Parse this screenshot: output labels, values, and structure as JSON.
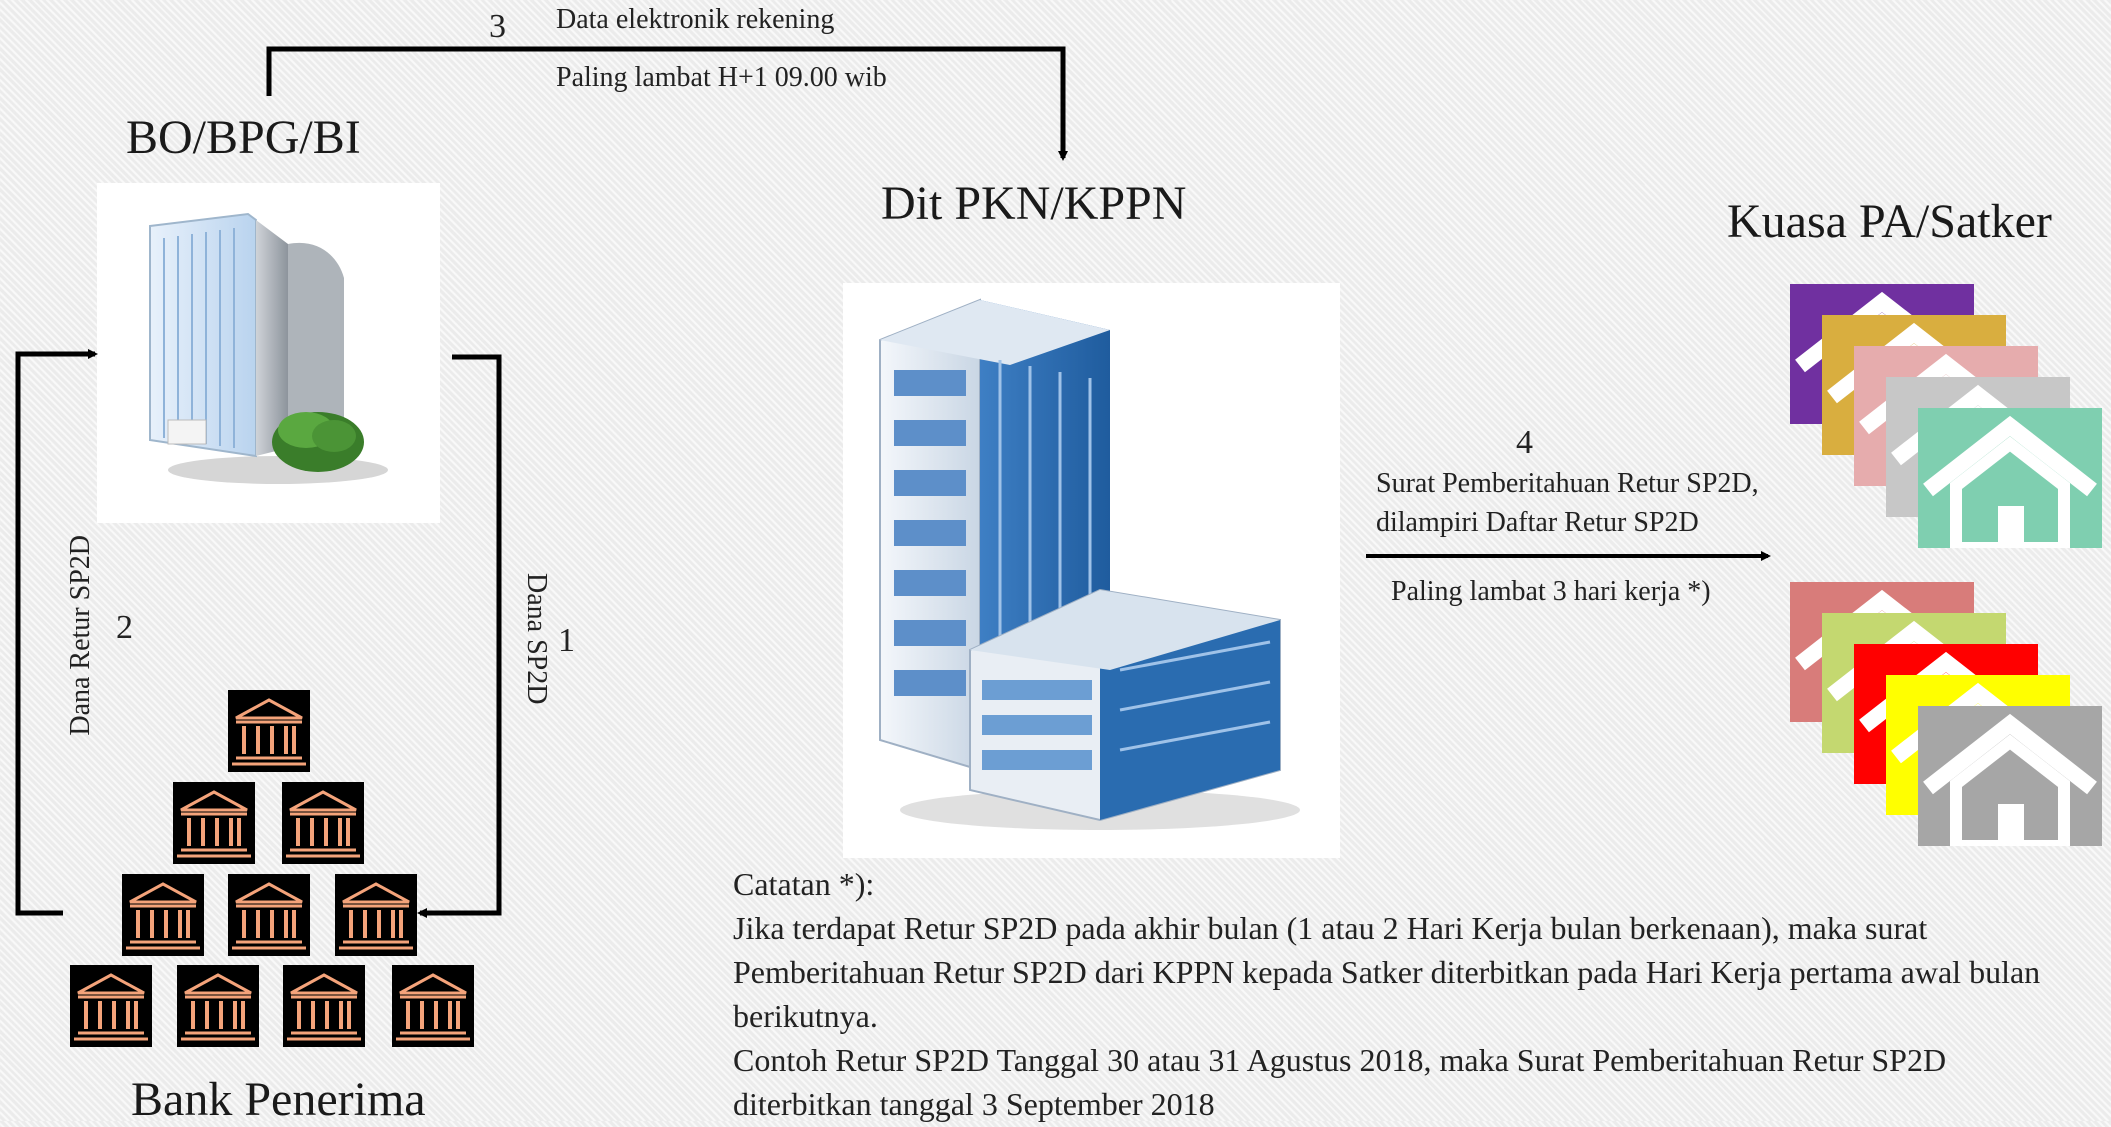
{
  "nodes": {
    "bo": "BO/BPG/BI",
    "dit": "Dit PKN/KPPN",
    "kuasa": "Kuasa PA/Satker",
    "bank": "Bank Penerima"
  },
  "flows": {
    "step1": {
      "number": "1",
      "label": "Dana  SP2D"
    },
    "step2": {
      "number": "2",
      "label": "Dana Retur SP2D"
    },
    "step3": {
      "number": "3",
      "label": "Data elektronik rekening",
      "deadline": "Paling lambat H+1 09.00 wib"
    },
    "step4": {
      "number": "4",
      "label_line1": "Surat Pemberitahuan Retur SP2D,",
      "label_line2": "dilampiri Daftar Retur SP2D",
      "deadline": "Paling lambat 3 hari kerja *)"
    }
  },
  "note": {
    "heading": "Catatan *):",
    "paragraph1": "Jika terdapat Retur SP2D pada akhir bulan (1 atau 2 Hari Kerja bulan berkenaan), maka surat Pemberitahuan Retur SP2D dari KPPN kepada Satker diterbitkan pada Hari Kerja pertama awal bulan berikutnya.",
    "paragraph2": "Contoh Retur SP2D Tanggal 30 atau 31 Agustus 2018, maka Surat Pemberitahuan Retur SP2D diterbitkan tanggal 3 September 2018"
  },
  "icons": {
    "bo_building": "office-tower-icon",
    "dit_building": "office-complex-icon",
    "bank": "bank-icon",
    "satker_house": "house-icon"
  },
  "colors": {
    "house_stack_top": [
      "#7030a0",
      "#d9ae3f",
      "#e6acad",
      "#c7c7c7",
      "#7fcfb0"
    ],
    "house_stack_bottom": [
      "#d87c7a",
      "#c4d870",
      "#ff0000",
      "#ffff00",
      "#a6a6a6"
    ],
    "bank_icon_bg": "#000000",
    "bank_icon_stroke": "#f4a37a",
    "arrow": "#000000"
  }
}
